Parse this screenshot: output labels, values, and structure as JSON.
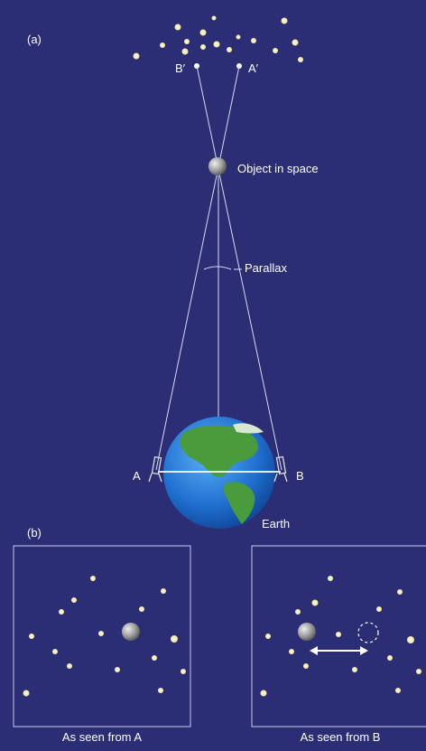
{
  "panel_a": {
    "label": "(a)",
    "star_labels": {
      "b_prime": "B′",
      "a_prime": "A′"
    },
    "object_label": "Object in space",
    "angle_label": "Parallax",
    "observer_a": "A",
    "observer_b": "B",
    "earth_label": "Earth"
  },
  "panel_b": {
    "label": "(b)",
    "left_caption": "As seen from A",
    "right_caption": "As seen from B"
  },
  "colors": {
    "background": "#2b2e74",
    "star": "#f6f0c4",
    "line": "#d9d9f0",
    "ocean": "#1f6fd0",
    "land": "#3f9a3a",
    "object": "#9a9a9a"
  }
}
